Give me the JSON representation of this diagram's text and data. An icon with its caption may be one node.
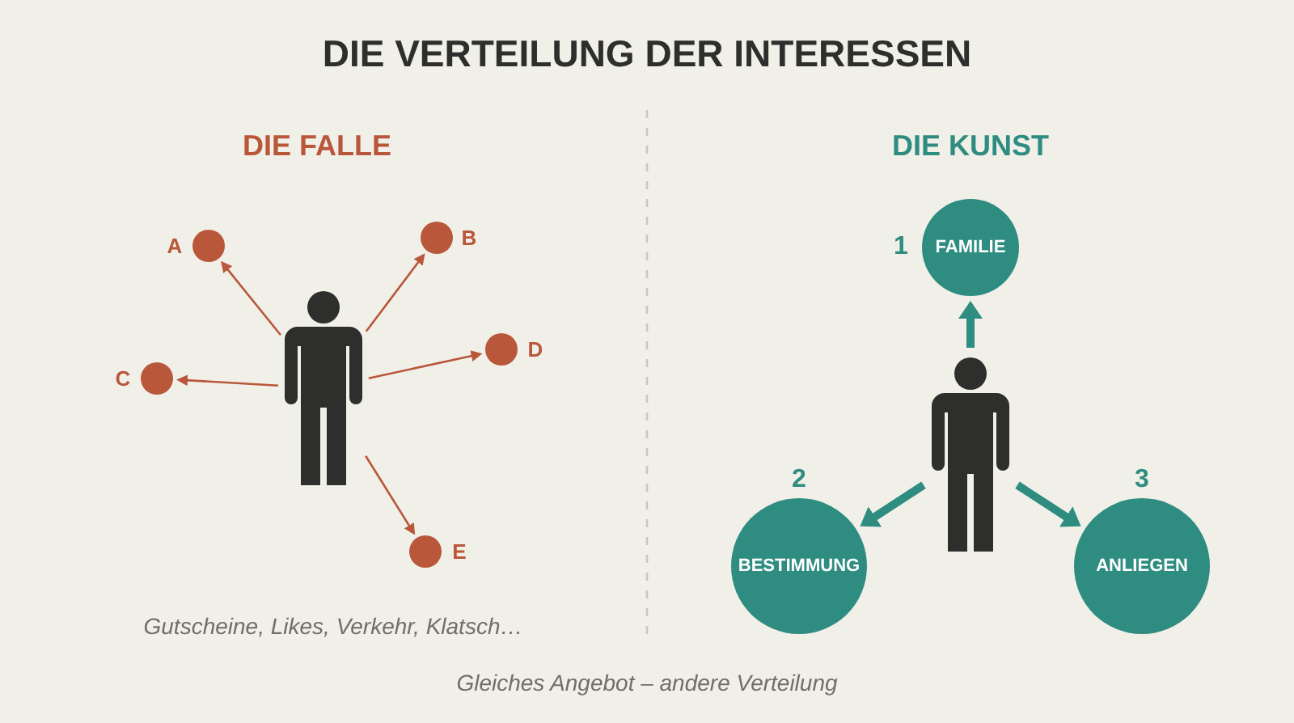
{
  "diagram": {
    "title": "DIE VERTEILUNG DER INTERESSEN",
    "caption": "Gleiches Angebot – andere Verteilung",
    "nodes": [
      {
        "text": [],
        "shape": "person"
      },
      {
        "text": [],
        "shape": "circle",
        "beside": [
          "A"
        ]
      },
      {
        "text": [],
        "shape": "circle",
        "beside": [
          "B"
        ]
      },
      {
        "text": [],
        "shape": "circle",
        "beside": [
          "C"
        ]
      },
      {
        "text": [],
        "shape": "circle",
        "beside": [
          "D"
        ]
      },
      {
        "text": [],
        "shape": "circle",
        "beside": [
          "E"
        ]
      },
      {
        "text": [],
        "shape": "person"
      },
      {
        "text": [
          "FAMILIE"
        ],
        "beside": [
          "1"
        ]
      },
      {
        "text": [
          "BESTIMMUNG"
        ],
        "beside": [
          "2"
        ]
      },
      {
        "text": [
          "ANLIEGEN"
        ],
        "beside": [
          "3"
        ]
      }
    ],
    "edges": [
      {
        "from": 0,
        "to": 1,
        "arrow": "to"
      },
      {
        "from": 0,
        "to": 2,
        "arrow": "to"
      },
      {
        "from": 0,
        "to": 3,
        "arrow": "to"
      },
      {
        "from": 0,
        "to": 4,
        "arrow": "to"
      },
      {
        "from": 0,
        "to": 5,
        "arrow": "to"
      },
      {
        "from": 6,
        "to": 7,
        "arrow": "to",
        "style": "thick",
        "color": "#2f8c80"
      },
      {
        "from": 6,
        "to": 8,
        "arrow": "to",
        "style": "thick",
        "color": "#2f8c80"
      },
      {
        "from": 6,
        "to": 9,
        "arrow": "to",
        "style": "thick",
        "color": "#2f8c80"
      }
    ],
    "labels": [
      "DIE FALLE",
      "DIE KUNST",
      "Gutscheine, Likes, Verkehr, Klatsch…"
    ]
  }
}
